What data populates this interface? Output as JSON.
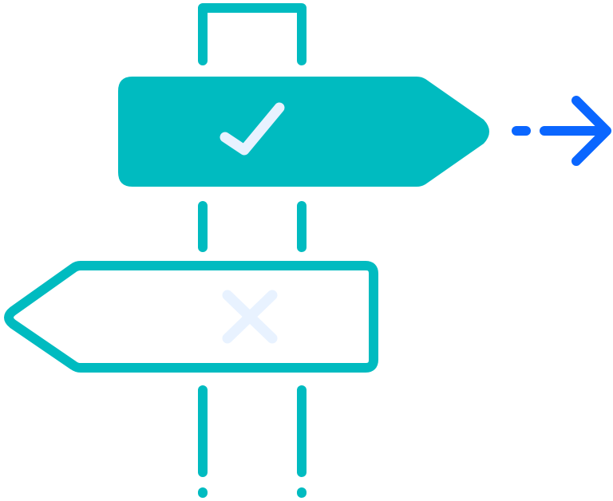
{
  "illustration": {
    "subject": "signpost",
    "colors": {
      "teal": "#00BBC0",
      "blue": "#0A66FF",
      "light": "#E8F2FF",
      "background": "#FFFFFF"
    },
    "top_sign": {
      "direction": "right",
      "style": "filled",
      "icon": "check-icon"
    },
    "bottom_sign": {
      "direction": "left",
      "style": "outline",
      "icon": "x-icon"
    },
    "pointer": {
      "icon": "dashed-arrow-right-icon"
    }
  }
}
